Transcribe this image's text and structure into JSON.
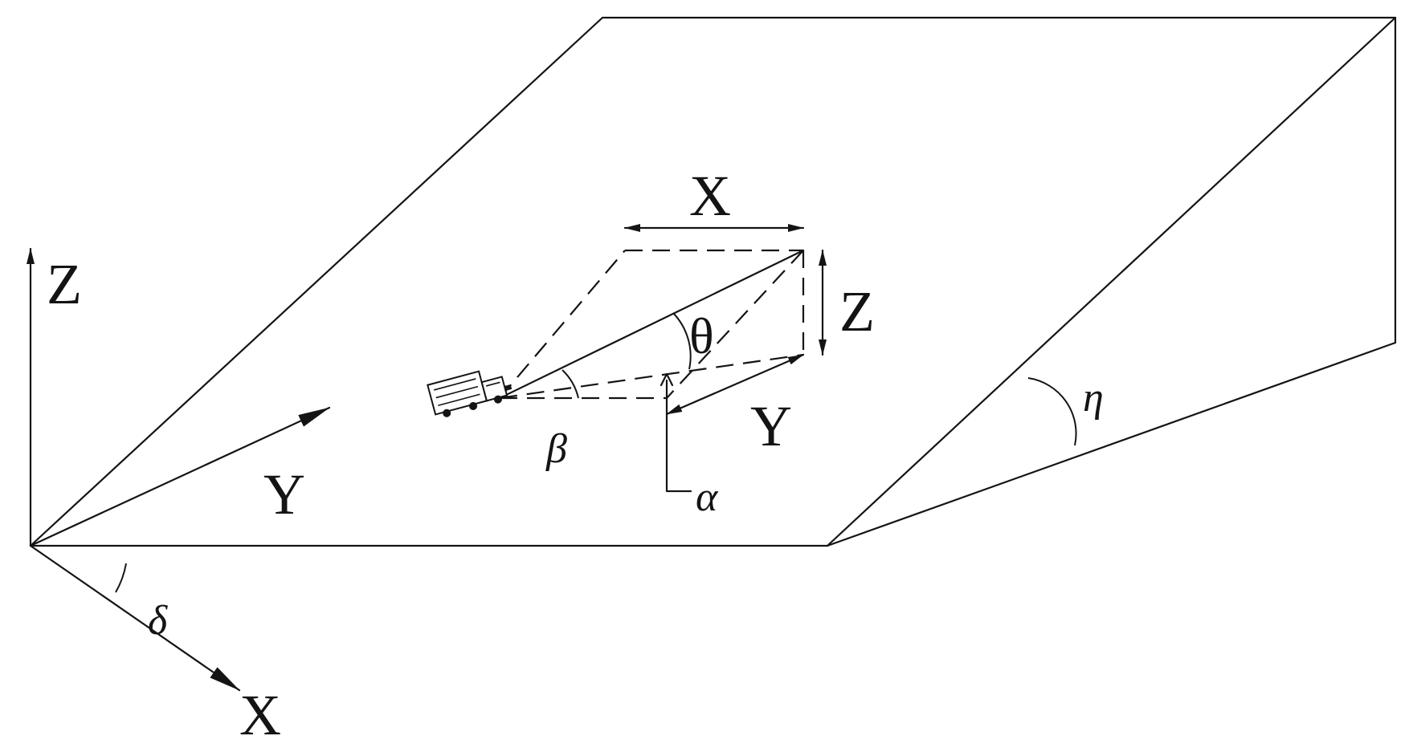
{
  "axes": {
    "global": {
      "z_label": "Z",
      "y_label": "Y",
      "x_label": "X"
    },
    "local": {
      "x_label": "X",
      "z_label": "Z",
      "y_label": "Y"
    }
  },
  "angles": {
    "theta": "θ",
    "beta": "β",
    "alpha": "α",
    "eta": "η",
    "delta": "δ"
  }
}
